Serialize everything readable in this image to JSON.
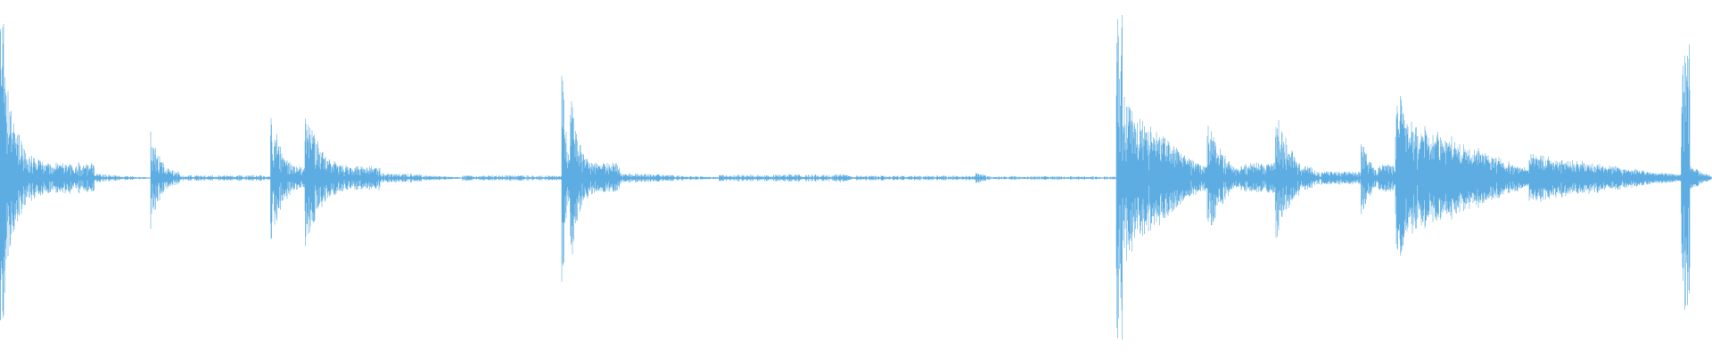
{
  "waveform": {
    "color": "#5dade2",
    "background": "#ffffff",
    "segments": [
      {
        "start": 0.0,
        "end": 0.003,
        "amp": 0.96,
        "tail": 1.0,
        "dens": 0.9
      },
      {
        "start": 0.003,
        "end": 0.055,
        "amp": 0.6,
        "tail": 0.15,
        "dens": 0.85
      },
      {
        "start": 0.055,
        "end": 0.088,
        "amp": 0.03,
        "tail": 0.8,
        "dens": 0.5
      },
      {
        "start": 0.088,
        "end": 0.105,
        "amp": 0.3,
        "tail": 0.35,
        "dens": 0.8
      },
      {
        "start": 0.105,
        "end": 0.158,
        "amp": 0.018,
        "tail": 1.0,
        "dens": 0.4
      },
      {
        "start": 0.158,
        "end": 0.178,
        "amp": 0.42,
        "tail": 0.4,
        "dens": 0.8
      },
      {
        "start": 0.178,
        "end": 0.222,
        "amp": 0.46,
        "tail": 0.2,
        "dens": 0.85
      },
      {
        "start": 0.222,
        "end": 0.24,
        "amp": 0.028,
        "tail": 1.0,
        "dens": 0.6
      },
      {
        "start": 0.24,
        "end": 0.27,
        "amp": 0.025,
        "tail": 0.9,
        "dens": 0.7
      },
      {
        "start": 0.27,
        "end": 0.328,
        "amp": 0.016,
        "tail": 1.0,
        "dens": 0.5
      },
      {
        "start": 0.328,
        "end": 0.333,
        "amp": 1.0,
        "tail": 0.6,
        "dens": 0.9
      },
      {
        "start": 0.333,
        "end": 0.362,
        "amp": 0.6,
        "tail": 0.15,
        "dens": 0.85
      },
      {
        "start": 0.362,
        "end": 0.42,
        "amp": 0.035,
        "tail": 0.9,
        "dens": 0.6
      },
      {
        "start": 0.42,
        "end": 0.49,
        "amp": 0.022,
        "tail": 1.0,
        "dens": 0.5
      },
      {
        "start": 0.49,
        "end": 0.5,
        "amp": 0.04,
        "tail": 0.6,
        "dens": 0.7
      },
      {
        "start": 0.5,
        "end": 0.57,
        "amp": 0.015,
        "tail": 1.0,
        "dens": 0.45
      },
      {
        "start": 0.57,
        "end": 0.582,
        "amp": 0.04,
        "tail": 0.6,
        "dens": 0.7
      },
      {
        "start": 0.582,
        "end": 0.652,
        "amp": 0.012,
        "tail": 1.0,
        "dens": 0.3
      },
      {
        "start": 0.652,
        "end": 0.656,
        "amp": 0.98,
        "tail": 1.0,
        "dens": 0.9
      },
      {
        "start": 0.656,
        "end": 0.705,
        "amp": 0.5,
        "tail": 0.75,
        "dens": 0.95
      },
      {
        "start": 0.705,
        "end": 0.725,
        "amp": 0.36,
        "tail": 0.55,
        "dens": 0.95
      },
      {
        "start": 0.725,
        "end": 0.745,
        "amp": 0.09,
        "tail": 1.0,
        "dens": 0.95
      },
      {
        "start": 0.745,
        "end": 0.768,
        "amp": 0.43,
        "tail": 0.4,
        "dens": 0.9
      },
      {
        "start": 0.768,
        "end": 0.79,
        "amp": 0.04,
        "tail": 1.0,
        "dens": 0.85
      },
      {
        "start": 0.79,
        "end": 0.795,
        "amp": 0.04,
        "tail": 1.0,
        "dens": 0.7
      },
      {
        "start": 0.795,
        "end": 0.805,
        "amp": 0.22,
        "tail": 0.9,
        "dens": 0.9
      },
      {
        "start": 0.805,
        "end": 0.815,
        "amp": 0.09,
        "tail": 1.0,
        "dens": 0.9
      },
      {
        "start": 0.815,
        "end": 0.82,
        "amp": 0.52,
        "tail": 1.0,
        "dens": 0.95
      },
      {
        "start": 0.82,
        "end": 0.893,
        "amp": 0.36,
        "tail": 0.95,
        "dens": 0.98
      },
      {
        "start": 0.893,
        "end": 0.982,
        "amp": 0.15,
        "tail": 0.85,
        "dens": 0.98
      },
      {
        "start": 0.982,
        "end": 0.987,
        "amp": 0.82,
        "tail": 1.0,
        "dens": 0.9
      },
      {
        "start": 0.987,
        "end": 1.0,
        "amp": 0.08,
        "tail": 0.8,
        "dens": 0.9
      }
    ]
  }
}
